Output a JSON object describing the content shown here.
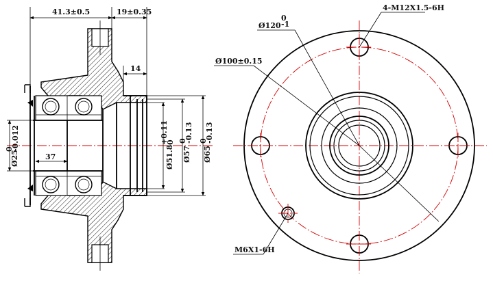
{
  "labels": {
    "offset_flange": "41.3±0.5",
    "offset_pilot": "19±0.35",
    "pilot_length": "14",
    "bore_length": "37",
    "bore_dia": "Ø25",
    "bore_tol": "0\n-0.012",
    "pilot_dia_51": "Ø51.8",
    "pilot_tol_51": "+0.11\n0",
    "pilot_dia_57": "Ø57",
    "pilot_tol_57": "0\n-0.13",
    "pilot_dia_65": "Ø65",
    "pilot_tol_65": "0\n-0.13",
    "bolt_circle": "Ø100±0.15",
    "outer_dia": "Ø120",
    "outer_tol": "0\n-1",
    "stud_holes": "4-M12X1.5-6H",
    "small_hole": "M6X1-6H"
  },
  "colors": {
    "line": "#000000",
    "centerline": "#d40000"
  }
}
